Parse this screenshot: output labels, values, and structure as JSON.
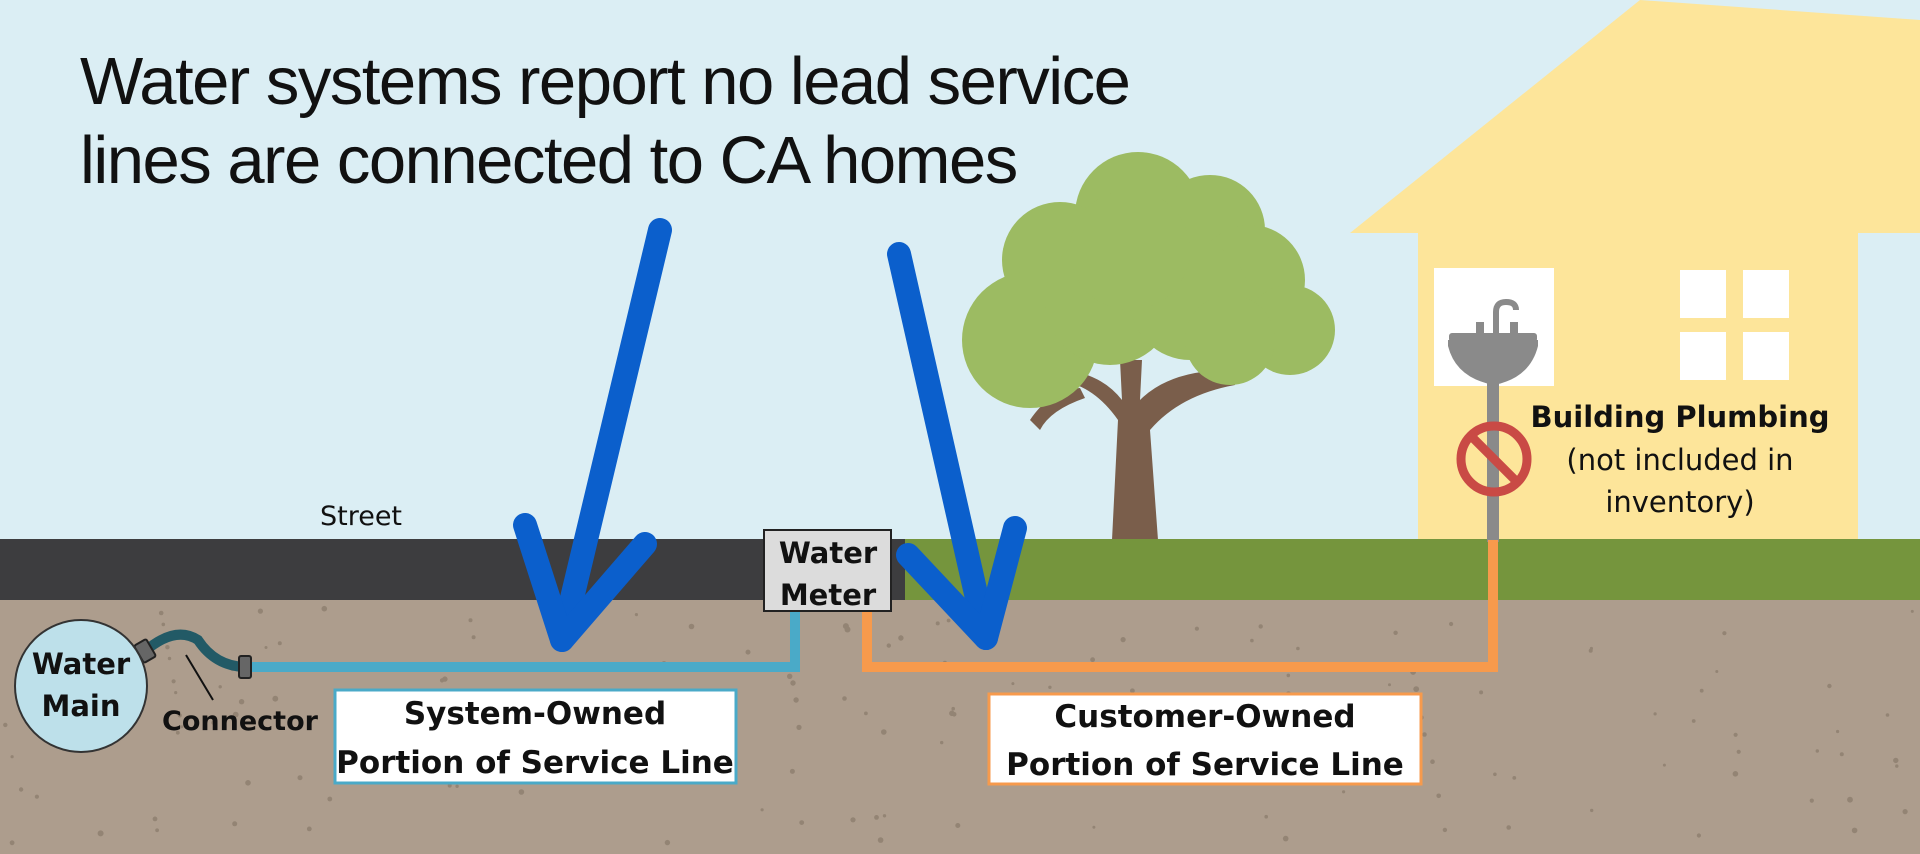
{
  "title": {
    "line1": "Water systems report no lead service",
    "line2": "lines are connected to CA homes"
  },
  "labels": {
    "street": "Street",
    "water_main_1": "Water",
    "water_main_2": "Main",
    "connector": "Connector",
    "water_meter_1": "Water",
    "water_meter_2": "Meter",
    "system_owned_1": "System-Owned",
    "system_owned_2": "Portion of Service Line",
    "customer_owned_1": "Customer-Owned",
    "customer_owned_2": "Portion of Service Line",
    "building_plumbing": "Building Plumbing",
    "not_included_1": "(not included in",
    "not_included_2": "inventory)"
  },
  "colors": {
    "sky": "#dbeef4",
    "street": "#3d3d3f",
    "grass": "#75953d",
    "soil": "#ad9d8d",
    "system_line": "#4aaac8",
    "customer_line": "#f79a4c",
    "arrow": "#0b5fcc",
    "house": "#fde59a",
    "tree_foliage": "#9cbb62",
    "tree_trunk": "#7a5e4b",
    "no_symbol": "#c94a45"
  },
  "icons": [
    "sink-icon",
    "no-symbol-icon",
    "tree-icon",
    "house-icon",
    "arrow-icon"
  ]
}
